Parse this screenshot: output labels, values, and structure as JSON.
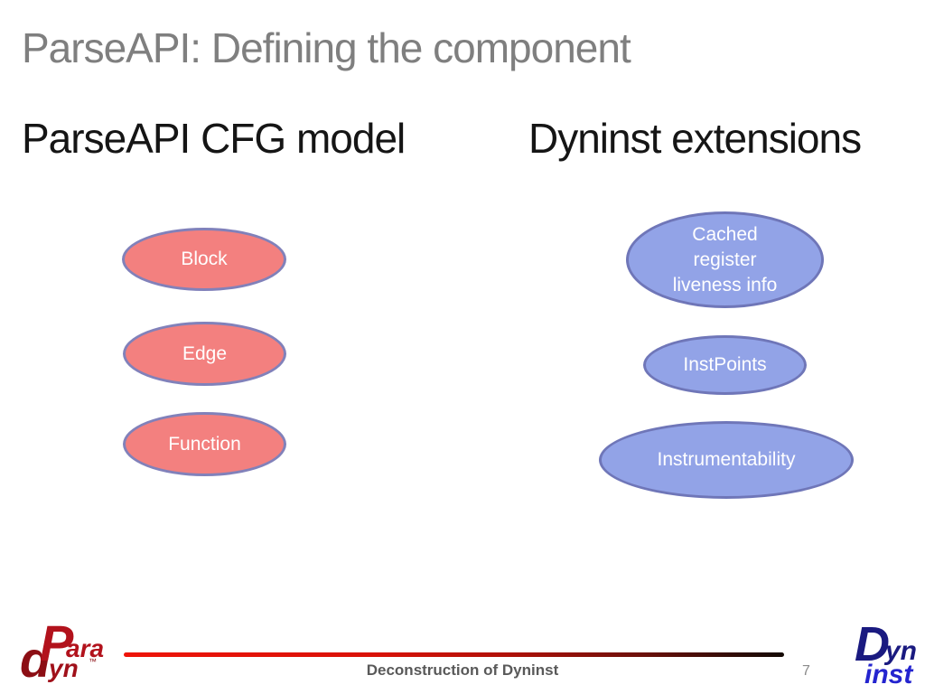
{
  "header": {
    "title": "ParseAPI: Defining the component"
  },
  "columns": {
    "left": {
      "heading": "ParseAPI CFG model",
      "nodes": [
        {
          "label": "Block",
          "fill": "#f3807f",
          "border": "#8181ba"
        },
        {
          "label": "Edge",
          "fill": "#f3807f",
          "border": "#8181ba"
        },
        {
          "label": "Function",
          "fill": "#f3807f",
          "border": "#8181ba"
        }
      ]
    },
    "right": {
      "heading": "Dyninst extensions",
      "nodes": [
        {
          "label": "Cached\nregister\nliveness info",
          "fill": "#92a3e7",
          "border": "#6f76b8"
        },
        {
          "label": "InstPoints",
          "fill": "#92a3e7",
          "border": "#6f76b8"
        },
        {
          "label": "Instrumentability",
          "fill": "#92a3e7",
          "border": "#6f76b8"
        }
      ]
    }
  },
  "footer": {
    "title": "Deconstruction of Dyninst",
    "page_number": "7"
  },
  "logos": {
    "paradyn": {
      "p": "P",
      "ara": "ara",
      "d": "d",
      "yn": "yn",
      "tm": "™"
    },
    "dyninst": {
      "d": "D",
      "yn": "yn",
      "inst": "inst"
    }
  },
  "palette": {
    "title_gray": "#7f7f7f",
    "heading_black": "#151515",
    "red_node_fill": "#f3807f",
    "red_node_border": "#8181ba",
    "blue_node_fill": "#92a3e7",
    "blue_node_border": "#6f76b8",
    "node_text": "#ffffff",
    "rule_red": "#ee1409",
    "rule_dark_end": "#140a05",
    "footer_text_gray": "#595959",
    "paradyn_red": "#b2121c",
    "dyninst_navy": "#1a1a80",
    "dyninst_blue": "#2424cf"
  }
}
